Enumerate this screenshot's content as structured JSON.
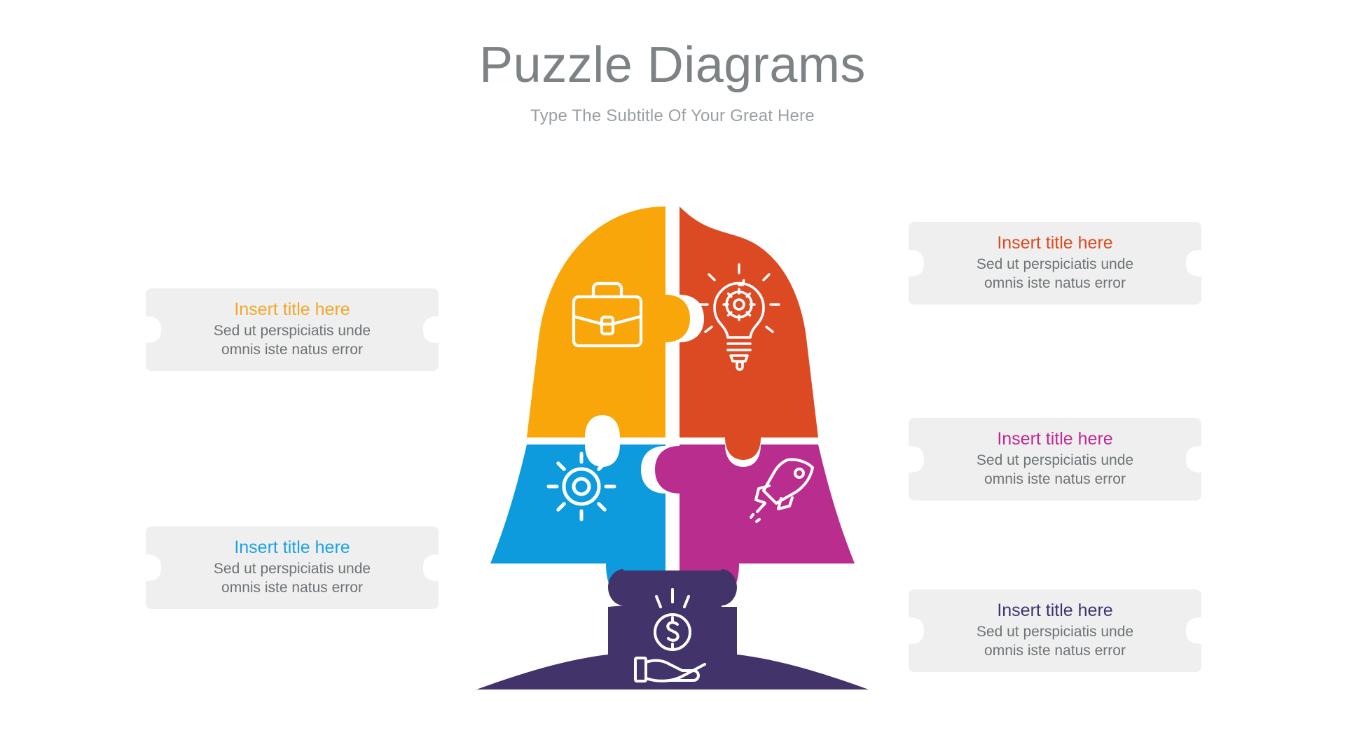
{
  "header": {
    "title": "Puzzle Diagrams",
    "subtitle": "Type The Subtitle Of Your Great Here"
  },
  "colors": {
    "orange": "#F9A60B",
    "red": "#DC4A23",
    "blue": "#0D9BDE",
    "magenta": "#B92D8F",
    "purple": "#42336B",
    "plate": "#EFEFEF",
    "body_text": "#6D7377",
    "title_text": "#7D8285",
    "subtitle_text": "#9A9FA3",
    "background": "#FFFFFF"
  },
  "callouts": [
    {
      "id": "callout-orange",
      "side": "left",
      "title": "Insert title here",
      "body_line1": "Sed ut perspiciatis unde",
      "body_line2": "omnis iste natus error",
      "accent": "#F0A82A",
      "linked_piece": "briefcase"
    },
    {
      "id": "callout-blue",
      "side": "left",
      "title": "Insert title here",
      "body_line1": "Sed ut perspiciatis unde",
      "body_line2": "omnis iste natus error",
      "accent": "#1CA2E3",
      "linked_piece": "gear"
    },
    {
      "id": "callout-red",
      "side": "right",
      "title": "Insert title here",
      "body_line1": "Sed ut perspiciatis unde",
      "body_line2": "omnis iste natus error",
      "accent": "#DD4B21",
      "linked_piece": "idea"
    },
    {
      "id": "callout-magenta",
      "side": "right",
      "title": "Insert title here",
      "body_line1": "Sed ut perspiciatis unde",
      "body_line2": "omnis iste natus error",
      "accent": "#BE2A93",
      "linked_piece": "rocket"
    },
    {
      "id": "callout-purple",
      "side": "right",
      "title": "Insert title here",
      "body_line1": "Sed ut perspiciatis unde",
      "body_line2": "omnis iste natus error",
      "accent": "#403470",
      "linked_piece": "money"
    }
  ],
  "puzzle": {
    "pieces": [
      {
        "id": "piece-top-left",
        "color": "#F9A60B",
        "icon": "briefcase-icon",
        "position": "top-left"
      },
      {
        "id": "piece-top-right",
        "color": "#DC4A23",
        "icon": "lightbulb-gear-icon",
        "position": "top-right"
      },
      {
        "id": "piece-middle-left",
        "color": "#0D9BDE",
        "icon": "gear-icon",
        "position": "middle-left"
      },
      {
        "id": "piece-middle-right",
        "color": "#B92D8F",
        "icon": "rocket-icon",
        "position": "middle-right"
      },
      {
        "id": "piece-bottom",
        "color": "#42336B",
        "icon": "hand-coin-icon",
        "position": "bottom"
      }
    ]
  }
}
